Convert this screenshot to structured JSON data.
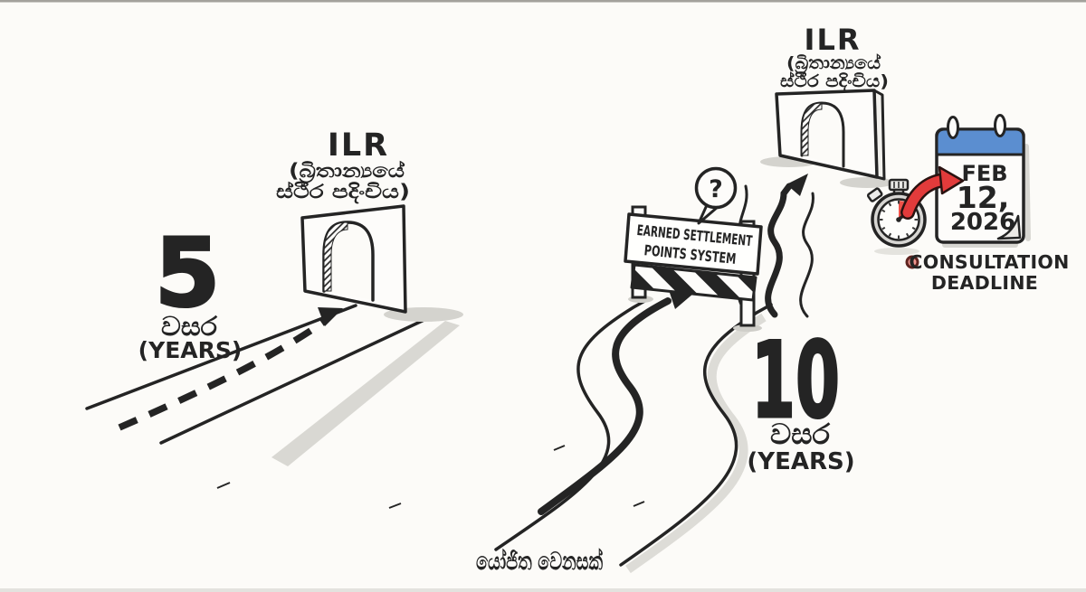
{
  "illustration": {
    "left": {
      "number": "5",
      "sinhala_years": "වසර",
      "english_years": "(YEARS)",
      "arch": {
        "title": "ILR",
        "sub1": "(බ්‍රිතාන්‍යයේ",
        "sub2": "ස්ථීර පදිංචිය)"
      }
    },
    "right": {
      "number": "10",
      "sinhala_years": "වසර",
      "english_years": "(YEARS)",
      "arch": {
        "title": "ILR",
        "sub1": "(බ්‍රිතාන්‍යයේ",
        "sub2": "ස්ථීර පදිංචිය)"
      },
      "barrier": {
        "line1": "EARNED SETTLEMENT",
        "line2": "POINTS SYSTEM"
      },
      "question": "?"
    },
    "deadline": {
      "month": "FEB",
      "day": "12,",
      "year": "2026",
      "label1": "CONSULTATION",
      "label2": "DEADLINE"
    },
    "caption": "යෝජිත වෙනසක්",
    "colors": {
      "background": "#fcfbf8",
      "ink": "#242424",
      "calendar_blue": "#5b8ed0",
      "accent_red": "#e23b3b",
      "dot_pink": "#f2948e",
      "shadow_gray": "#d8d7d2"
    }
  }
}
